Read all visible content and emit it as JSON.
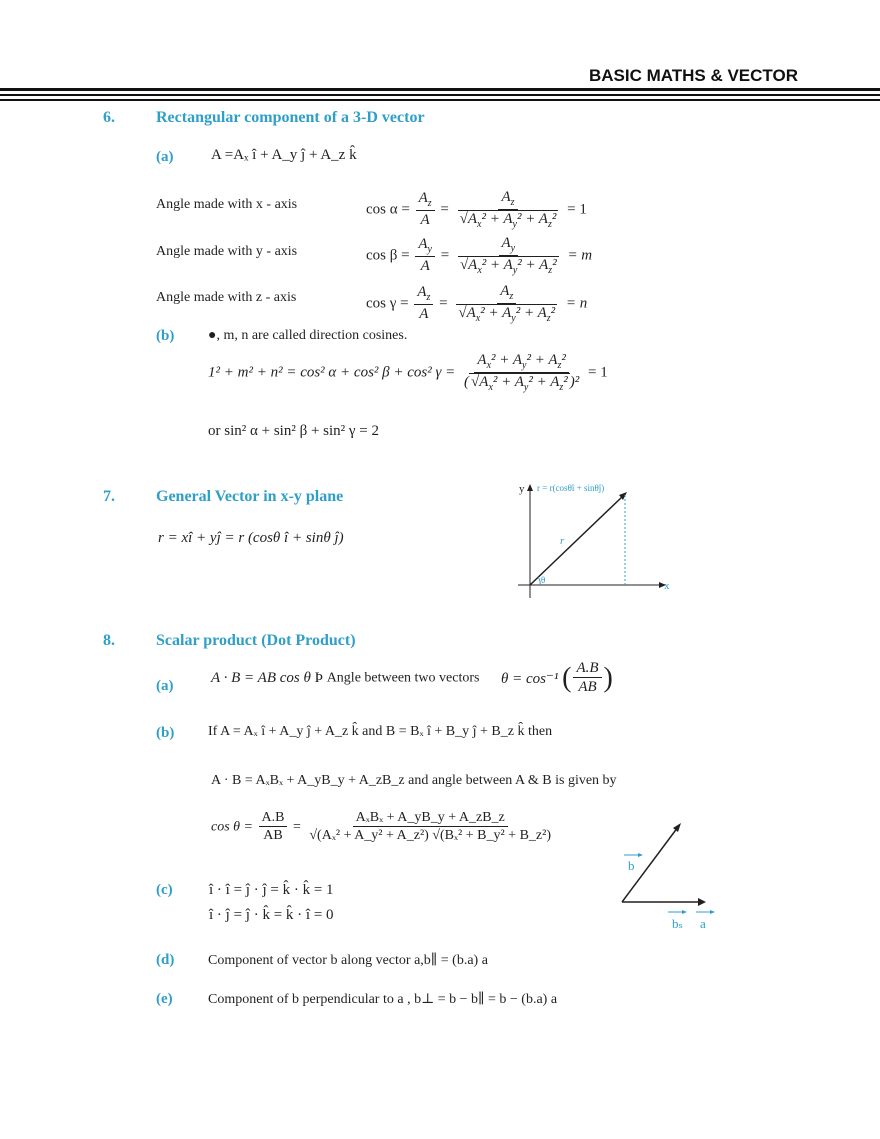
{
  "header": {
    "title": "BASIC MATHS & VECTOR"
  },
  "sections": {
    "s6": {
      "number": "6.",
      "title": "Rectangular component of a 3-D vector",
      "a_label": "(a)",
      "a_eq": "A =Aₓ î + A_y ĵ + A_z k̂",
      "angle_x_label": "Angle made with x - axis",
      "angle_x_eq_lhs": "cos α =",
      "angle_x_eq_rhs": "= 1",
      "angle_y_label": "Angle made with y - axis",
      "angle_y_eq_lhs": "cos β =",
      "angle_y_eq_rhs": "= m",
      "angle_z_label": "Angle made with z - axis",
      "angle_z_eq_lhs": "cos γ =",
      "angle_z_eq_rhs": "= n",
      "b_label": "(b)",
      "b_text": "●, m, n are called direction cosines.",
      "b_eq_lhs": "1² + m² + n² = cos² α + cos² β + cos² γ =",
      "b_eq_rhs": "= 1",
      "or_eq": "or  sin² α + sin² β + sin² γ = 2"
    },
    "s7": {
      "number": "7.",
      "title": "General Vector in x-y plane",
      "eq": "r = xî + yĵ = r (cosθ î + sinθ ĵ)",
      "fig_y": "y",
      "fig_x": "x",
      "fig_top": "r = r(cosθî + sinθĵ)",
      "fig_r": "r",
      "fig_theta": "θ"
    },
    "s8": {
      "number": "8.",
      "title": "Scalar product (Dot Product)",
      "a_label": "(a)",
      "a_eq": "A · B = AB cos θ",
      "a_arrow": "Þ",
      "a_text": "Angle between two vectors",
      "a_eq2": "θ = cos⁻¹",
      "a_frac_n": "A.B",
      "a_frac_d": "AB",
      "b_label": "(b)",
      "b_if": "If",
      "b_eqA": "A = Aₓ î + A_y ĵ + A_z k̂",
      "b_and": "and",
      "b_eqB": "B = Bₓ î + B_y ĵ + B_z k̂",
      "b_then": "then",
      "b_dot": "A · B = AₓBₓ + A_yB_y + A_zB_z",
      "b_angle_text": "and angle between",
      "b_A": "A",
      "b_amp": "&",
      "b_B": "B",
      "b_given": "is given by",
      "b_cos_lhs": "cos θ =",
      "b_frac1_n": "A.B",
      "b_frac1_d": "AB",
      "b_frac2_n": "AₓBₓ + A_yB_y + A_zB_z",
      "b_frac2_d": "√(Aₓ² + A_y² + A_z²) √(Bₓ² + B_y² + B_z²)",
      "c_label": "(c)",
      "c_eq1": "î · î = ĵ · ĵ = k̂ · k̂ = 1",
      "c_eq2": "î · ĵ = ĵ · k̂ = k̂ · î = 0",
      "d_label": "(d)",
      "d_text": "Component of vector",
      "d_b": "b",
      "d_along": "along vector",
      "d_eq": "a,b∥ = (b.a) a",
      "e_label": "(e)",
      "e_text": "Component of",
      "e_b": "b",
      "e_perp": "perpendicular to",
      "e_a": "a ,",
      "e_eq": "b⊥ = b − b∥ = b − (b.a) a",
      "fig_b": "b",
      "fig_bs": "bₛ",
      "fig_a": "a"
    }
  }
}
